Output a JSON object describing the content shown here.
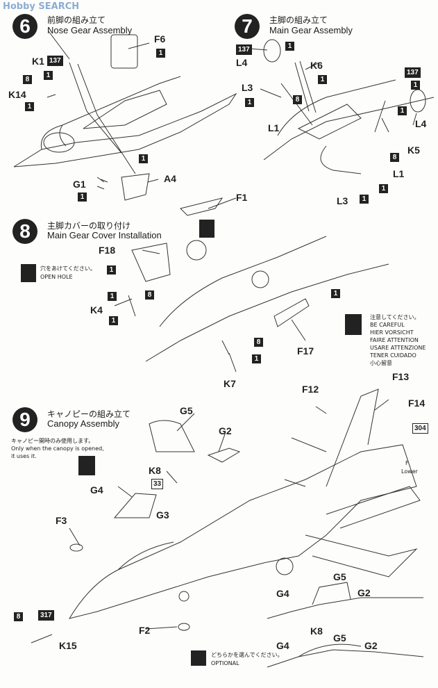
{
  "watermark": "Hobby SEARCH",
  "steps": [
    {
      "number": "6",
      "title_jp": "前脚の組み立て",
      "title_en": "Nose Gear Assembly"
    },
    {
      "number": "7",
      "title_jp": "主脚の組み立て",
      "title_en": "Main Gear Assembly"
    },
    {
      "number": "8",
      "title_jp": "主脚カバーの取り付け",
      "title_en": "Main Gear Cover Installation"
    },
    {
      "number": "9",
      "title_jp": "キャノピーの組み立て",
      "title_en": "Canopy Assembly"
    }
  ],
  "parts": {
    "f6": "F6",
    "k1": "K1",
    "k14": "K14",
    "g1": "G1",
    "a4": "A4",
    "l4a": "L4",
    "k6": "K6",
    "l3a": "L3",
    "l1a": "L1",
    "l4b": "L4",
    "k5": "K5",
    "l1b": "L1",
    "l3b": "L3",
    "f1": "F1",
    "f18": "F18",
    "k4": "K4",
    "f17": "F17",
    "k7": "K7",
    "g5": "G5",
    "g2": "G2",
    "k8": "K8",
    "g4": "G4",
    "g3": "G3",
    "f3": "F3",
    "f12": "F12",
    "f13": "F13",
    "f14": "F14",
    "f2": "F2",
    "k15": "K15",
    "g5b": "G5",
    "g4b": "G4",
    "g2b": "G2",
    "k8b": "K8",
    "g4c": "G4",
    "g5c": "G5",
    "g2c": "G2"
  },
  "colors": {
    "c137": "137",
    "c317": "317",
    "c33": "33",
    "c304": "304",
    "n1": "1",
    "n8": "8"
  },
  "notes": {
    "open_hole_jp": "穴をあけてください。",
    "open_hole_en": "OPEN HOLE",
    "careful_jp": "注意してください。",
    "careful_1": "BE CAREFUL",
    "careful_2": "HIER VORSICHT",
    "careful_3": "FAIRE ATTENTION",
    "careful_4": "USARE ATTENZIONE",
    "careful_5": "TENER CUIDADO",
    "careful_zh": "小心留意",
    "canopy_jp": "キャノピー開時のみ使用します。",
    "canopy_en1": "Only when the canopy is opened,",
    "canopy_en2": "it uses it.",
    "lower": "Lower",
    "optional_jp": "どちらかを選んでください。",
    "optional_en": "OPTIONAL",
    "arrow_f": "F"
  }
}
